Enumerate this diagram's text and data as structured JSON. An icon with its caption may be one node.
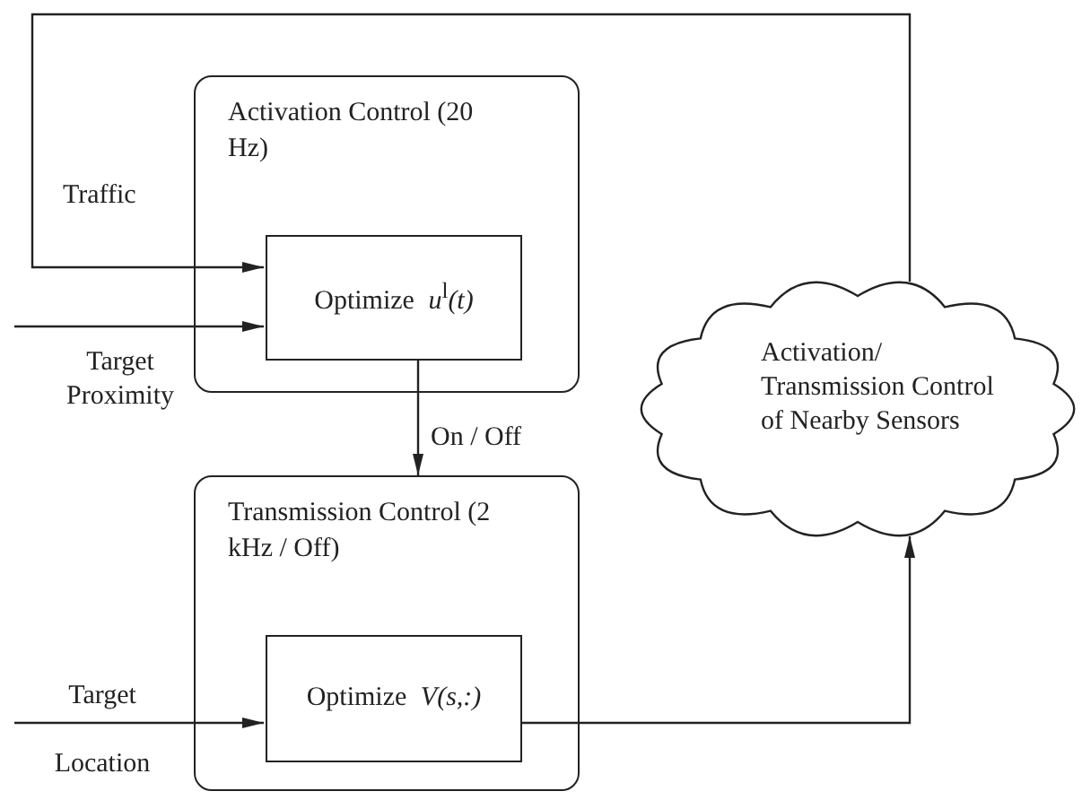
{
  "diagram": {
    "nodes": [
      {
        "text": [
          "Activation Control (20 Hz)"
        ]
      },
      {
        "text": [
          "Optimize *u*$^{l}$*(t)*"
        ],
        "in": 0
      },
      {
        "text": [
          "Transmission Control (2 kHz / Off)"
        ]
      },
      {
        "text": [
          "Optimize *V(s,:)*"
        ],
        "in": 2
      },
      {
        "text": [
          "Activation/ Transmission Control of Nearby Sensors"
        ]
      }
    ],
    "edges": [
      {
        "from": 4,
        "to": 1,
        "arrow": "to",
        "label": "Traffic"
      },
      {
        "from": null,
        "to": 1,
        "arrow": "to",
        "label": "Target Proximity"
      },
      {
        "from": 1,
        "to": 2,
        "arrow": "to",
        "label": "On / Off"
      },
      {
        "from": null,
        "to": 3,
        "arrow": "to",
        "label": "Target Location"
      },
      {
        "from": 3,
        "to": 4,
        "arrow": "to"
      }
    ]
  }
}
